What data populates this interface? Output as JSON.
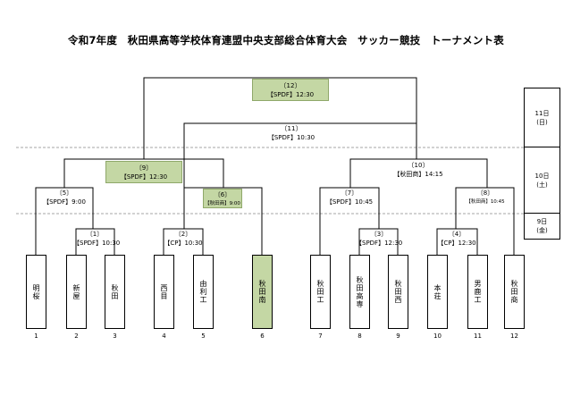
{
  "title": "令和7年度　秋田県高等学校体育連盟中央支部総合体育大会　サッカー競技　トーナメント表",
  "matches": {
    "m1": {
      "no": "〔1〕",
      "info": "【SPDF】10:30"
    },
    "m2": {
      "no": "〔2〕",
      "info": "【CP】10:30"
    },
    "m3": {
      "no": "〔3〕",
      "info": "【SPDF】12:30"
    },
    "m4": {
      "no": "〔4〕",
      "info": "【CP】12:30"
    },
    "m5": {
      "no": "〔5〕",
      "info": "【SPDF】9:00"
    },
    "m6": {
      "no": "〔6〕",
      "info": "【秋田商】9:00"
    },
    "m7": {
      "no": "〔7〕",
      "info": "【SPDF】10:45"
    },
    "m8": {
      "no": "〔8〕",
      "info": "【秋田商】10:45"
    },
    "m9": {
      "no": "〔9〕",
      "info": "【SPDF】12:30"
    },
    "m10": {
      "no": "〔10〕",
      "info": "【秋田商】14:15"
    },
    "m11": {
      "no": "〔11〕",
      "info": "【SPDF】10:30"
    },
    "m12": {
      "no": "〔12〕",
      "info": "【SPDF】12:30"
    }
  },
  "teams": [
    {
      "name": "明桜",
      "no": "1"
    },
    {
      "name": "新屋",
      "no": "2"
    },
    {
      "name": "秋田",
      "no": "3"
    },
    {
      "name": "西目",
      "no": "4"
    },
    {
      "name": "由利工",
      "no": "5"
    },
    {
      "name": "秋田南",
      "no": "6"
    },
    {
      "name": "秋田工",
      "no": "7"
    },
    {
      "name": "秋田高専",
      "no": "8"
    },
    {
      "name": "秋田西",
      "no": "9"
    },
    {
      "name": "本荘",
      "no": "10"
    },
    {
      "name": "男鹿工",
      "no": "11"
    },
    {
      "name": "秋田商",
      "no": "12"
    }
  ],
  "days": [
    {
      "date": "11日",
      "weekday": "(日)"
    },
    {
      "date": "10日",
      "weekday": "(土)"
    },
    {
      "date": "9日",
      "weekday": "(金)"
    }
  ],
  "colors": {
    "highlight": "#c4d7a4",
    "line": "#000000",
    "dashed": "#888888"
  }
}
